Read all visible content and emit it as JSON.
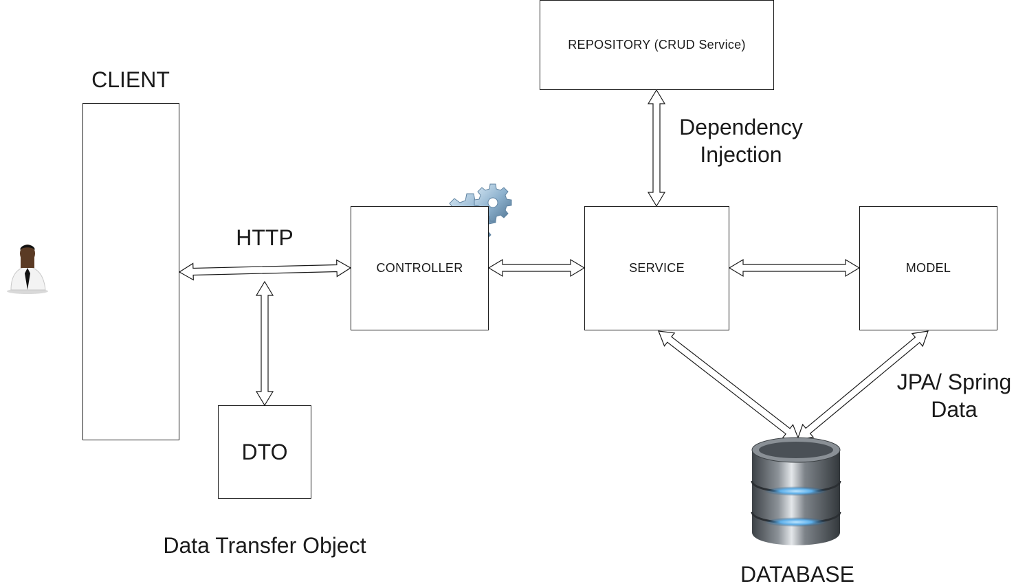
{
  "nodes": {
    "repository": "REPOSITORY (CRUD Service)",
    "controller": "CONTROLLER",
    "service": "SERVICE",
    "model": "MODEL",
    "dto": "DTO"
  },
  "labels": {
    "client": "CLIENT",
    "http": "HTTP",
    "dependency_line1": "Dependency",
    "dependency_line2": "Injection",
    "jpa_line1": "JPA/ Spring",
    "jpa_line2": "Data",
    "dto_full": "Data Transfer Object",
    "database": "DATABASE"
  },
  "icons": {
    "user": "user-icon",
    "tablet": "tablet-icon",
    "monitor": "monitor-icon",
    "phone": "phone-icon",
    "gears": "gears-icon",
    "database": "database-icon"
  },
  "colors": {
    "stroke": "#1a1a1a",
    "gear": "#8fb3cf",
    "db_body": "#6f757b",
    "db_glow": "#5fb0ea"
  }
}
